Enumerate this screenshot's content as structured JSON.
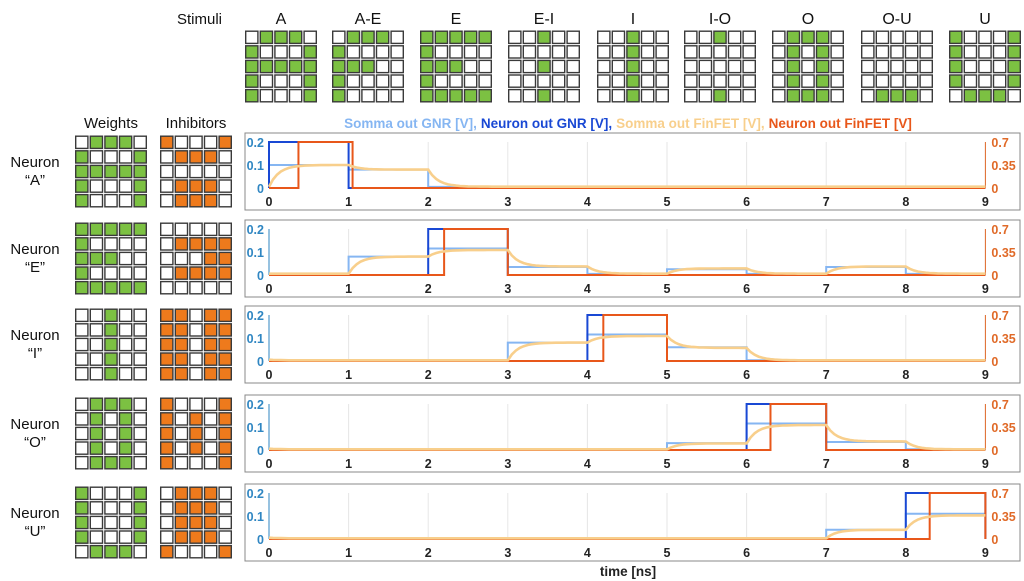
{
  "labels": {
    "stimuli": "Stimuli",
    "weights": "Weights",
    "inhibitors": "Inhibitors",
    "neuron_word": "Neuron",
    "xlabel": "time [ns]"
  },
  "colors": {
    "green": "#7cc142",
    "orange": "#ee7a1c",
    "somma_gnr": "#86b6f2",
    "neuron_gnr": "#1948d4",
    "somma_finfet": "#f8cf8c",
    "neuron_finfet": "#e8571a",
    "left_axis": "#2f86c2",
    "right_axis": "#e06a28"
  },
  "stimuli": [
    {
      "name": "A",
      "pattern": "0111010001111111000110001"
    },
    {
      "name": "A-E",
      "pattern": "0111010000111001000010000"
    },
    {
      "name": "E",
      "pattern": "1111110000111001000011111"
    },
    {
      "name": "E-I",
      "pattern": "0010000000001000000000100"
    },
    {
      "name": "I",
      "pattern": "0010000100001000010000100"
    },
    {
      "name": "I-O",
      "pattern": "0010000000000000000000100"
    },
    {
      "name": "O",
      "pattern": "0111001010010100101001110"
    },
    {
      "name": "O-U",
      "pattern": "0000000000000000000001110"
    },
    {
      "name": "U",
      "pattern": "1000110001100011000101110"
    }
  ],
  "legend": [
    {
      "text": "Somma out GNR [V],",
      "color": "#86b6f2"
    },
    {
      "text": "Neuron out GNR [V],",
      "color": "#1948d4"
    },
    {
      "text": "Somma out FinFET [V],",
      "color": "#f8cf8c"
    },
    {
      "text": "Neuron out FinFET [V]",
      "color": "#e8571a"
    }
  ],
  "chart_data": {
    "type": "line",
    "xlabel": "time [ns]",
    "xlim": [
      0,
      9
    ],
    "xticks": [
      "0",
      "1",
      "2",
      "3",
      "4",
      "5",
      "6",
      "7",
      "8",
      "9"
    ],
    "left_axis": {
      "ylim": [
        0,
        0.2
      ],
      "ticks": [
        "0",
        "0.1",
        "0.2"
      ]
    },
    "right_axis": {
      "ylim": [
        0,
        0.7
      ],
      "ticks": [
        "0",
        "0.35",
        "0.7"
      ]
    },
    "neurons": [
      {
        "name": "“A”",
        "weights": "0111010001111111000110001",
        "inhibitors": "1000101110000000111001110",
        "somma_gnr": [
          0.1,
          0.08,
          0.005,
          0.005,
          0.005,
          0.005,
          0.005,
          0.005,
          0.005
        ],
        "somma_finfet": [
          0.35,
          0.28,
          0.02,
          0.02,
          0.02,
          0.02,
          0.02,
          0.02,
          0.02
        ],
        "spike_gnr": [
          0,
          1
        ],
        "spike_finfet": [
          0.37,
          1.05
        ]
      },
      {
        "name": "“E”",
        "weights": "1111110000111001000011111",
        "inhibitors": "0000001111000110111100000",
        "somma_gnr": [
          0.005,
          0.08,
          0.115,
          0.035,
          0.005,
          0.025,
          0.005,
          0.035,
          0.005
        ],
        "somma_finfet": [
          0.02,
          0.28,
          0.38,
          0.13,
          0.02,
          0.1,
          0.02,
          0.13,
          0.02
        ],
        "spike_gnr": [
          2,
          3
        ],
        "spike_finfet": [
          2.2,
          3.0
        ]
      },
      {
        "name": "“I”",
        "weights": "0010000100001000010000100",
        "inhibitors": "1101111011110111101111011",
        "somma_gnr": [
          0.003,
          0.003,
          0.003,
          0.08,
          0.115,
          0.06,
          0.003,
          0.003,
          0.003
        ],
        "somma_finfet": [
          0.01,
          0.01,
          0.01,
          0.28,
          0.38,
          0.2,
          0.01,
          0.01,
          0.01
        ],
        "spike_gnr": [
          4,
          5
        ],
        "spike_finfet": [
          4.2,
          5.0
        ]
      },
      {
        "name": "“O”",
        "weights": "0111001010010100101001110",
        "inhibitors": "1000110101101011010110001",
        "somma_gnr": [
          0.003,
          0.003,
          0.003,
          0.003,
          0.003,
          0.03,
          0.115,
          0.035,
          0.003
        ],
        "somma_finfet": [
          0.01,
          0.01,
          0.01,
          0.01,
          0.01,
          0.1,
          0.38,
          0.13,
          0.01
        ],
        "spike_gnr": [
          6,
          7
        ],
        "spike_finfet": [
          6.3,
          7.0
        ]
      },
      {
        "name": "“U”",
        "weights": "1000110001100011000101110",
        "inhibitors": "0111001110011100111010001",
        "somma_gnr": [
          0.003,
          0.003,
          0.003,
          0.003,
          0.003,
          0.003,
          0.003,
          0.04,
          0.11
        ],
        "somma_finfet": [
          0.01,
          0.01,
          0.01,
          0.01,
          0.01,
          0.01,
          0.01,
          0.14,
          0.36
        ],
        "spike_gnr": [
          8,
          9
        ],
        "spike_finfet": [
          8.3,
          9.0
        ]
      }
    ]
  }
}
